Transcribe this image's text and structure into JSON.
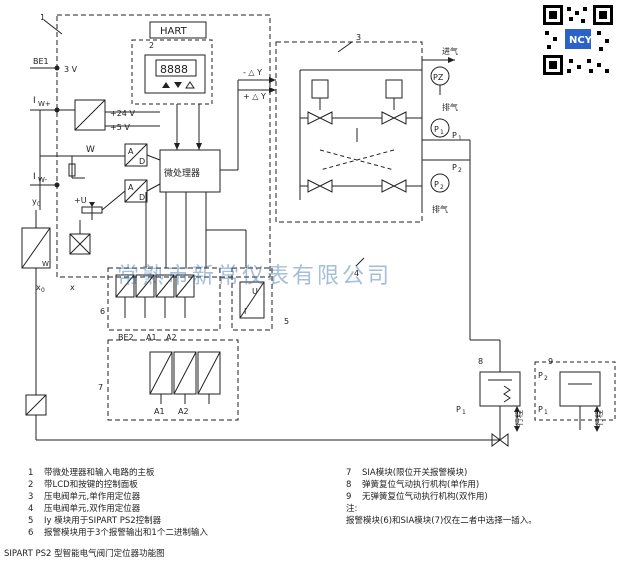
{
  "diagram_labels": {
    "hart": "HART",
    "display": "8888",
    "microprocessor": "微处理器",
    "be1": "BE1",
    "be2": "BE2",
    "v3": "3 V",
    "iw_plus": "I",
    "iw_plus_sub": "W+",
    "iw_minus": "I",
    "iw_minus_sub": "W-",
    "y0": "y",
    "y0_sub": "0",
    "x0": "x",
    "x0_sub": "0",
    "w_left": "W",
    "w_mid": "W",
    "x_mid": "x",
    "plus_u": "+U",
    "v24": "+24 V",
    "v5": "+5 V",
    "da1": "D",
    "da1_a": "A",
    "da2": "D",
    "da2_a": "A",
    "dy_plus": "- △ Y",
    "dy_minus": "+ △ Y",
    "inlet": "进气",
    "exhaust1": "排气",
    "exhaust2": "排气",
    "pz": "PZ",
    "p1": "P",
    "p1_sub": "1",
    "p2": "P",
    "p2_sub": "2",
    "p1_line": "P",
    "p1_line_sub": "1",
    "p2_line": "P",
    "p2_line_sub": "2",
    "stroke1": "行程",
    "stroke2": "行程",
    "act_p1": "P",
    "act_p1_sub": "1",
    "act_p1b": "P",
    "act_p1b_sub": "1",
    "act_p2b": "P",
    "act_p2b_sub": "2",
    "a1_top": "A1",
    "a2_top": "A2",
    "a1_bottom": "A1",
    "a2_bottom": "A2",
    "n1": "1",
    "n2": "2",
    "n3": "3",
    "n4": "4",
    "n5": "5",
    "n6": "6",
    "n7": "7",
    "n8": "8",
    "n9": "9",
    "iy_u": "U",
    "iy_i": "I"
  },
  "watermark": "常熟市新常仪表有限公司",
  "qr_label": "NCY",
  "legend_left": [
    {
      "num": "1",
      "text": "带微处理器和输入电路的主板"
    },
    {
      "num": "2",
      "text": "带LCD和按键的控制面板"
    },
    {
      "num": "3",
      "text": "压电阀单元,单作用定位器"
    },
    {
      "num": "4",
      "text": "压电阀单元,双作用定位器"
    },
    {
      "num": "5",
      "text": "Iy 模块用于SIPART PS2控制器"
    },
    {
      "num": "6",
      "text": "报警模块用于3个报警输出和1个二进制输入"
    }
  ],
  "legend_right": [
    {
      "num": "7",
      "text": "SIA模块(限位开关报警模块)"
    },
    {
      "num": "8",
      "text": "弹簧复位气动执行机构(单作用)"
    },
    {
      "num": "9",
      "text": "无弹簧复位气动执行机构(双作用)"
    },
    {
      "num": "",
      "text": "注:"
    },
    {
      "num": "",
      "text": "报警模块(6)和SIA模块(7)仅在二者中选择一插入。"
    }
  ],
  "caption": "SIPART PS2 型智能电气阀门定位器功能图"
}
